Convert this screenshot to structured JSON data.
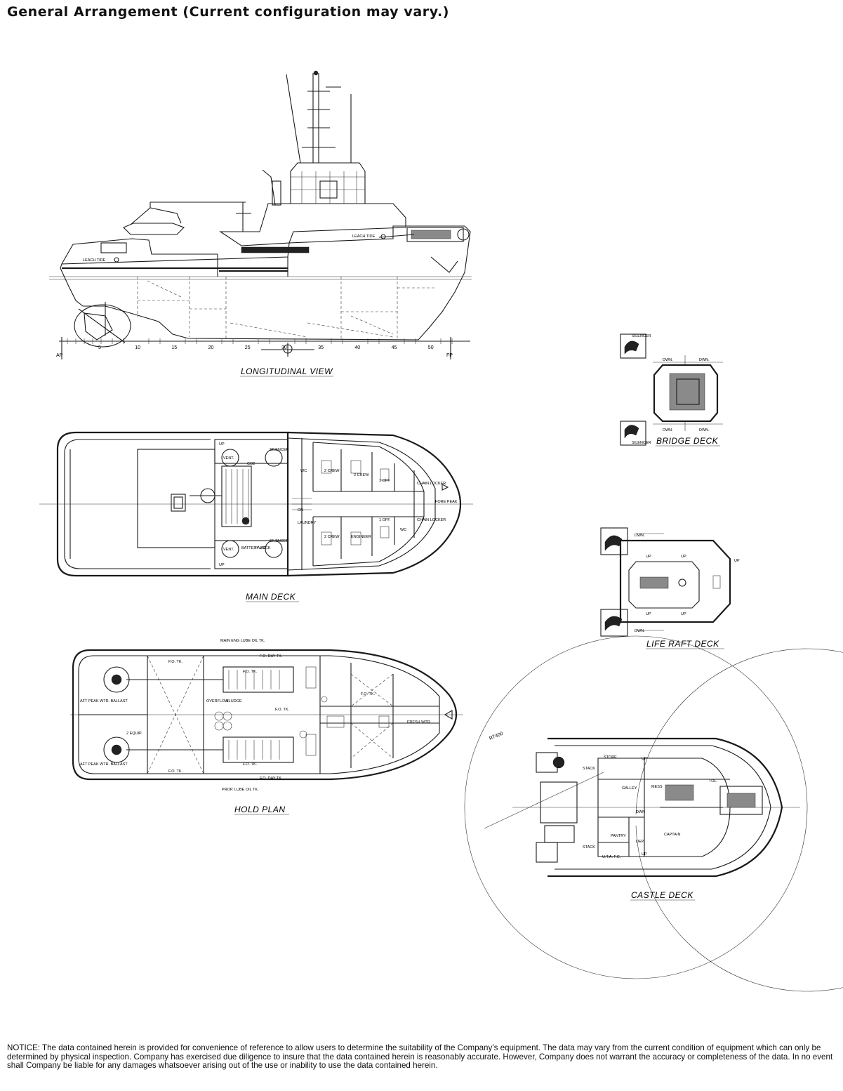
{
  "title": "General Arrangement (Current configuration may vary.)",
  "views": {
    "longitudinal": {
      "caption": "LONGITUDINAL  VIEW",
      "ap": "AP",
      "fp": "FP",
      "frames": [
        "5",
        "10",
        "15",
        "20",
        "25",
        "30",
        "35",
        "40",
        "45",
        "50"
      ],
      "name_aft": "LEACH TIDE",
      "name_fwd": "LEACH TIDE"
    },
    "main_deck": {
      "caption": "MAIN  DECK",
      "labels": [
        "VENT.",
        "CO2",
        "SILENCER",
        "WC",
        "2 CREW",
        "2 CREW",
        "1 OFF.",
        "CHAIN LOCKER",
        "FORE PEAK",
        "UP",
        "VENT.",
        "BATTERY LOCK",
        "HVAC",
        "SILENCER",
        "LAUNDRY",
        "2 CREW",
        "ENGINEER",
        "1 OFF.",
        "WC",
        "CHAIN LOCKER",
        "UP",
        "DN"
      ]
    },
    "hold_plan": {
      "caption": "HOLD  PLAN",
      "labels": [
        "MAIN ENG LUBE OIL TK.",
        "F.O. TK.",
        "F.O. DAY TK.",
        "F.O. TK.",
        "F.O. TK.",
        "2 EQUIP.",
        "OVERFLOW",
        "SLUDGE",
        "F.O. TK.",
        "F.O. TK.",
        "F.O. TK.",
        "FRESH WTR.",
        "F.O. DAY TK.",
        "PROP. LUBE OIL TK.",
        "AFT PEAK WTR. BALLAST",
        "AFT PEAK WTR. BALLAST"
      ]
    },
    "bridge_deck": {
      "caption": "BRIDGE  DECK",
      "labels": [
        "SILENCER",
        "SILENCER",
        "DWN.",
        "DWN.",
        "DWN.",
        "DWN."
      ]
    },
    "life_raft_deck": {
      "caption": "LIFE  RAFT  DECK",
      "labels": [
        "DWN.",
        "DWN.",
        "UP",
        "UP",
        "UP",
        "UP",
        "UP"
      ]
    },
    "castle_deck": {
      "caption": "CASTLE  DECK",
      "radius_label": "R7400",
      "labels": [
        "STORE",
        "GALLEY",
        "MESS",
        "CAPTAIN",
        "PANTRY",
        "DEP.",
        "U.T.A. F.C.",
        "STACK",
        "STACK",
        "TOL.",
        "UP",
        "UP",
        "DWN"
      ]
    }
  },
  "notice": "NOTICE: The data contained herein is provided for convenience of reference to allow users to determine the suitability of the Company’s equipment. The data may vary from the current condition of equipment which can only be determined by physical inspection. Company has exercised due diligence to insure that the data contained herein is reasonably accurate. However, Company does not warrant the accuracy or completeness of the data. In no event shall Company be liable for any damages whatsoever arising out of the use or inability to use the data contained herein."
}
